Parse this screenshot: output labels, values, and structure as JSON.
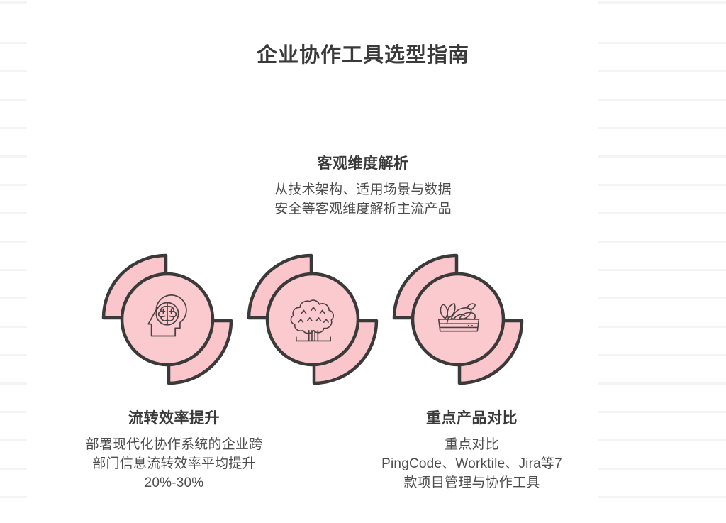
{
  "theme": {
    "pink_fill": "#fac6cc",
    "pink_fill_inner": "#fbcace",
    "outline": "#3a3a3a",
    "text_dark": "#3a3a3a",
    "text_body": "#4d4d4d",
    "background": "#ffffff",
    "rule_line": "#f4f4f5"
  },
  "page": {
    "title": "企业协作工具选型指南"
  },
  "blocks": {
    "top": {
      "title": "客观维度解析",
      "desc_lines": [
        "从技术架构、适用场景与数据",
        "安全等客观维度解析主流产品"
      ]
    },
    "bottom_left": {
      "title": "流转效率提升",
      "desc_lines": [
        "部署现代化协作系统的企业跨",
        "部门信息流转效率平均提升",
        "20%-30%"
      ]
    },
    "bottom_right": {
      "title": "重点产品对比",
      "desc_lines": [
        "重点对比",
        "PingCode、Worktile、Jira等7",
        "款项目管理与协作工具"
      ]
    }
  },
  "icons": [
    {
      "id": "brain-head",
      "name": "brain-head-icon",
      "label": "人脑侧面轮廓"
    },
    {
      "id": "tree",
      "name": "tree-icon",
      "label": "树木"
    },
    {
      "id": "vegetable-crate",
      "name": "vegetable-crate-icon",
      "label": "蔬菜木箱"
    }
  ]
}
